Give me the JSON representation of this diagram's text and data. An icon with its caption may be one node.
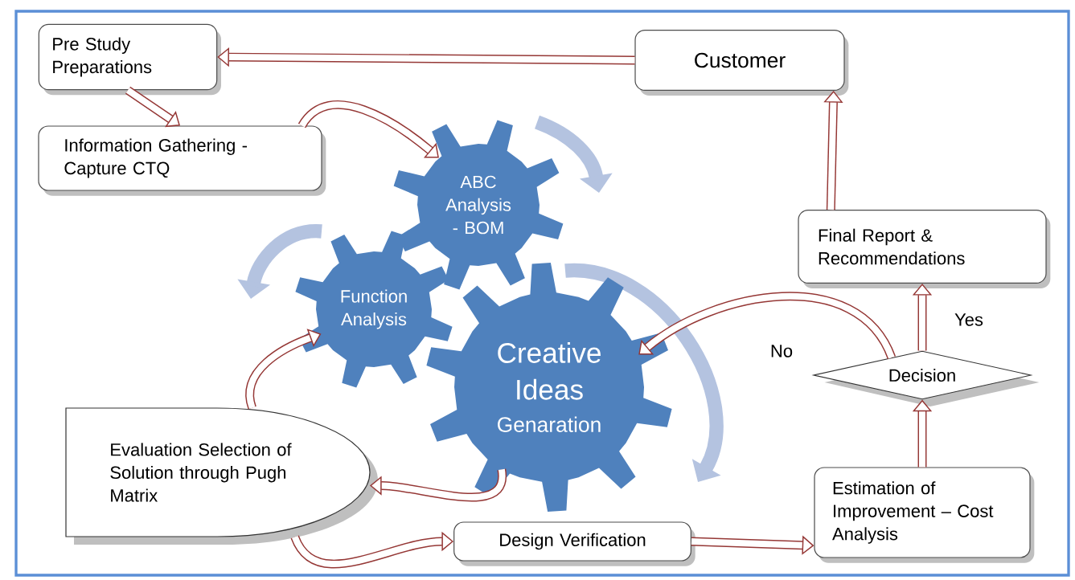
{
  "diagram": {
    "nodes": [
      {
        "text": [
          "Pre Study Preparations"
        ]
      },
      {
        "text": [
          "Customer"
        ]
      },
      {
        "text": [
          "Information Gathering - Capture CTQ"
        ]
      },
      {
        "text": [
          "ABC Analysis - BOM"
        ]
      },
      {
        "text": [
          "Final Report & Recommendations"
        ]
      },
      {
        "text": [
          "Function Analysis"
        ]
      },
      {
        "text": [
          "Creative Ideas",
          "Genaration"
        ]
      },
      {
        "text": [
          "Decision"
        ]
      },
      {
        "text": [
          "Evaluation Selection of Solution through Pugh Matrix"
        ]
      },
      {
        "text": [
          "Design Verification"
        ]
      },
      {
        "text": [
          "Estimation of Improvement – Cost Analysis"
        ]
      }
    ],
    "edges": [
      {
        "from": 1,
        "to": 0,
        "arrow": "to"
      },
      {
        "from": 0,
        "to": 2,
        "arrow": "to"
      },
      {
        "from": 2,
        "to": 3,
        "arrow": "to"
      },
      {
        "from": 4,
        "to": 1,
        "arrow": "to"
      },
      {
        "from": 7,
        "to": 4,
        "arrow": "to",
        "label": "Yes"
      },
      {
        "from": 7,
        "to": 6,
        "arrow": "to",
        "label": "No"
      },
      {
        "from": 10,
        "to": 7,
        "arrow": "to"
      },
      {
        "from": 9,
        "to": 10,
        "arrow": "to"
      },
      {
        "from": 8,
        "to": 9,
        "arrow": "to"
      },
      {
        "from": 6,
        "to": 8,
        "arrow": "to"
      },
      {
        "from": 8,
        "to": 5,
        "arrow": "to"
      }
    ]
  }
}
